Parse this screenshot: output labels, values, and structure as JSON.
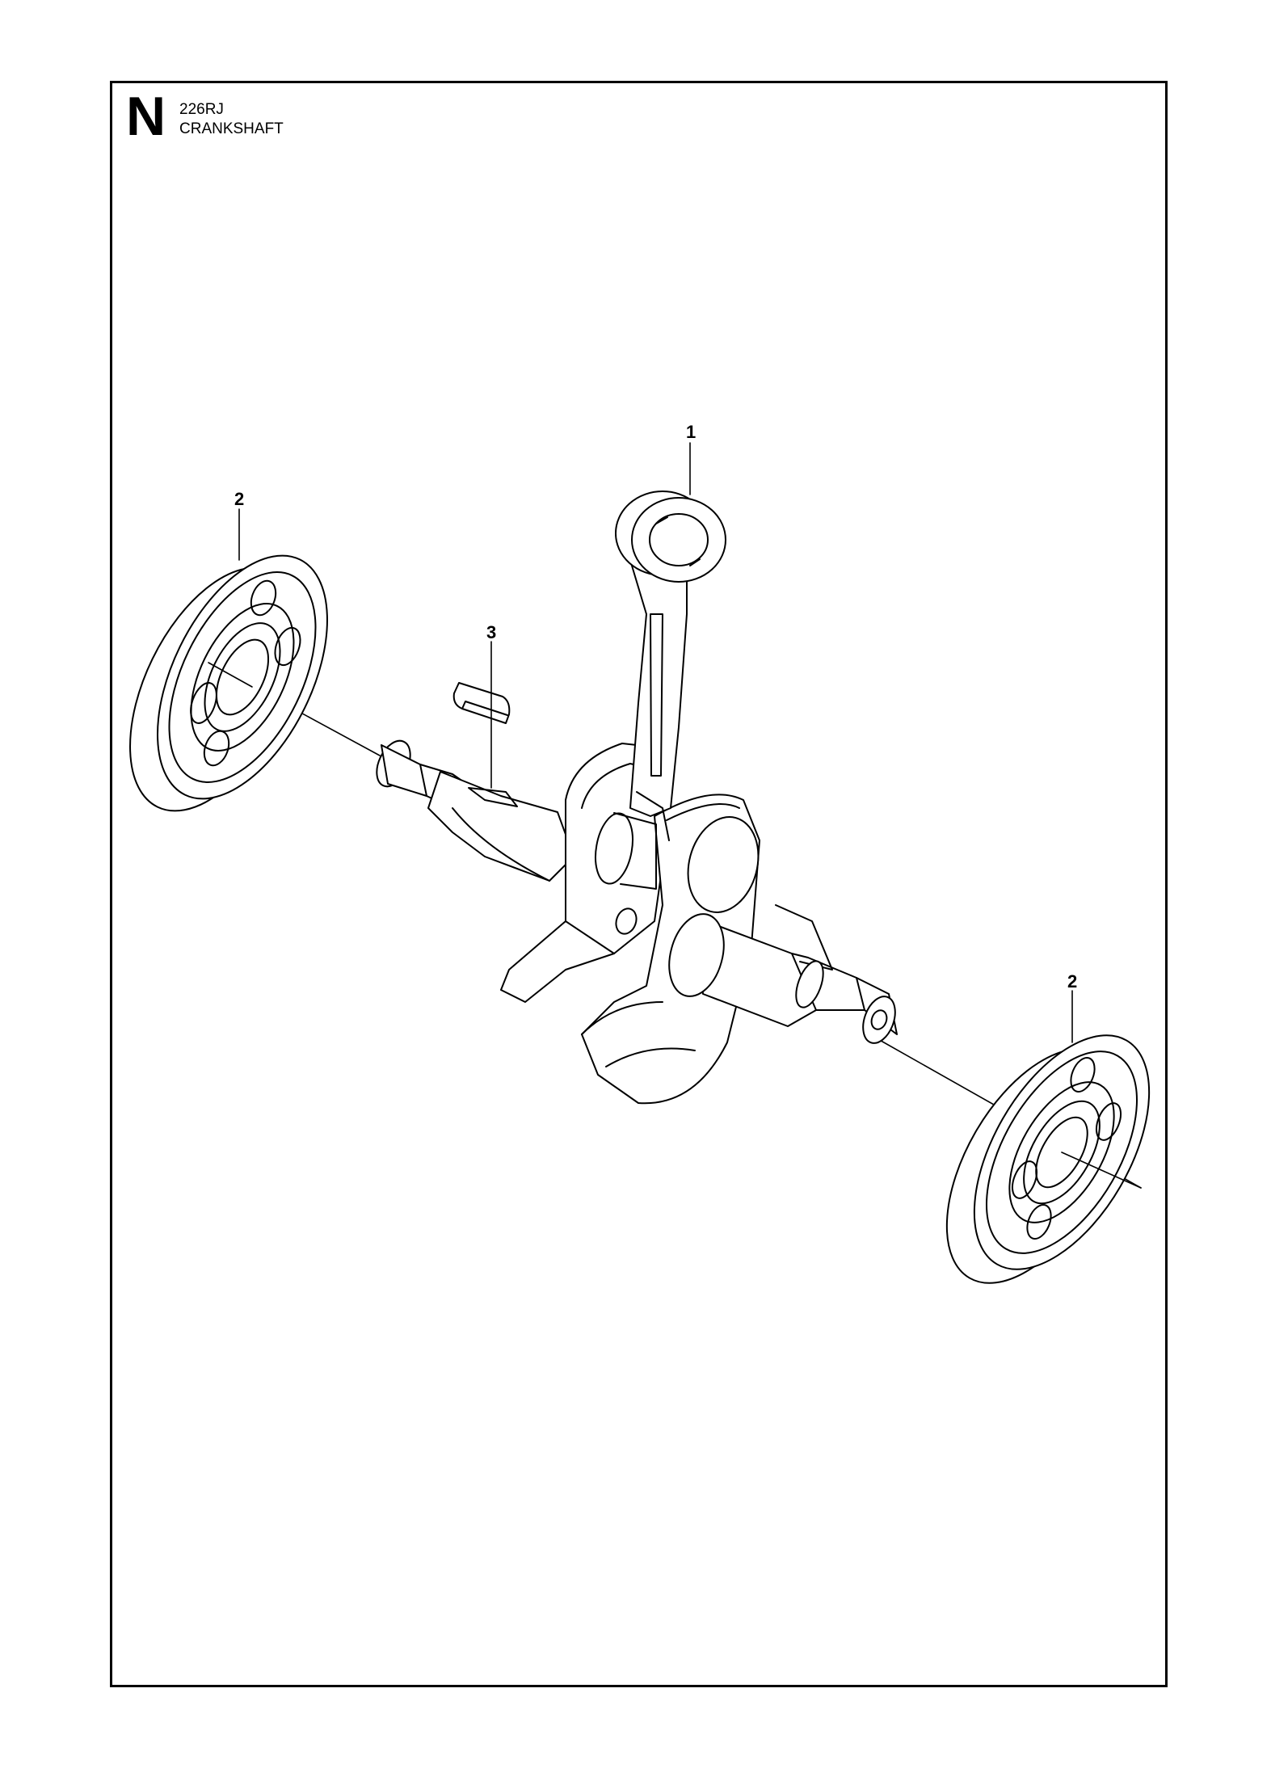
{
  "header": {
    "section": "N",
    "model": "226RJ",
    "title": "CRANKSHAFT"
  },
  "callouts": {
    "connecting_rod": "1",
    "bearing_left": "2",
    "bearing_right": "2",
    "key": "3"
  },
  "colors": {
    "line": "#000000",
    "background": "#ffffff"
  }
}
